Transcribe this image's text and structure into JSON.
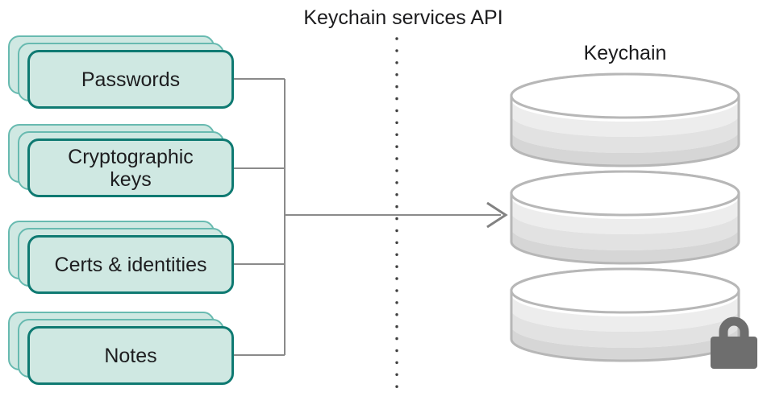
{
  "diagram": {
    "title": "Keychain services API",
    "cards": [
      {
        "label": "Passwords"
      },
      {
        "label": "Cryptographic keys"
      },
      {
        "label": "Certs & identities"
      },
      {
        "label": "Notes"
      }
    ],
    "database_label": "Keychain",
    "icons": {
      "database": "database-icon",
      "lock": "lock-icon",
      "arrow": "arrow-right-icon"
    },
    "colors": {
      "card_fill": "#cfe8e2",
      "card_border_front": "#0f7a72",
      "card_border_back": "#68bab0",
      "connector_line": "#8a8a8a",
      "dotted_boundary": "#3f3f3f",
      "database_outline": "#b7b7b7",
      "database_bands": [
        "#ffffff",
        "#ededed",
        "#e2e2e2",
        "#d6d6d6"
      ],
      "lock": "#6e6e6e",
      "text": "#1d1d1f"
    }
  }
}
